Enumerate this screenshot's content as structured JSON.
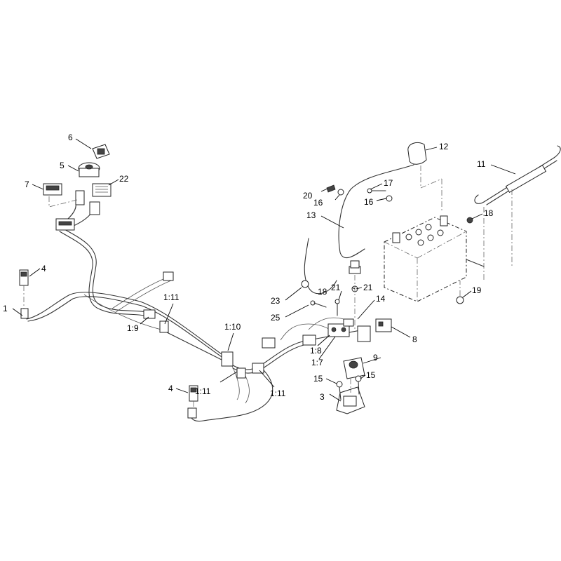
{
  "callouts": {
    "c1": "1",
    "c3": "3",
    "c4a": "4",
    "c4b": "4",
    "c5": "5",
    "c6": "6",
    "c7": "7",
    "c8": "8",
    "c9": "9",
    "c11": "11",
    "c12": "12",
    "c13": "13",
    "c14": "14",
    "c15a": "15",
    "c15b": "15",
    "c16a": "16",
    "c16b": "16",
    "c17": "17",
    "c18a": "18",
    "c18b": "18",
    "c19": "19",
    "c20": "20",
    "c21a": "21",
    "c21b": "21",
    "c22": "22",
    "c23": "23",
    "c25": "25",
    "r19": "1:9",
    "r110": "1:10",
    "r111a": "1:11",
    "r111b": "1:11",
    "r111c": "1:11",
    "r17": "1:7",
    "r18": "1:8"
  }
}
